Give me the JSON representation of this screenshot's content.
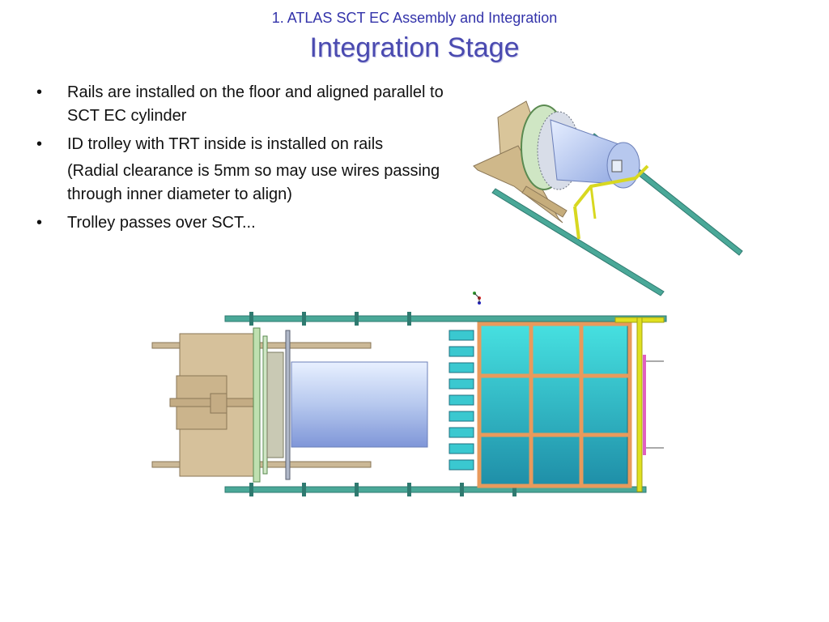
{
  "header": {
    "subtitle": "1. ATLAS SCT EC Assembly and Integration",
    "title": "Integration Stage"
  },
  "bullets": [
    {
      "marker": "•",
      "text": "Rails are installed on the floor and aligned parallel to SCT EC cylinder"
    },
    {
      "marker": "•",
      "text": "ID trolley with TRT inside is installed on rails"
    },
    {
      "marker": "",
      "text": "(Radial clearance is 5mm so may use wires passing through inner diameter to align)"
    },
    {
      "marker": "•",
      "text": "Trolley passes over SCT..."
    }
  ],
  "colors": {
    "title": "#4a4ab0",
    "rail": "#3f9a8c",
    "trolley_frame": "#d4c27a",
    "sct_cylinder": "#a9bff0",
    "trt_cyan": "#22b8c4",
    "trt_frame": "#f0a060",
    "support_yellow": "#e0e020"
  }
}
